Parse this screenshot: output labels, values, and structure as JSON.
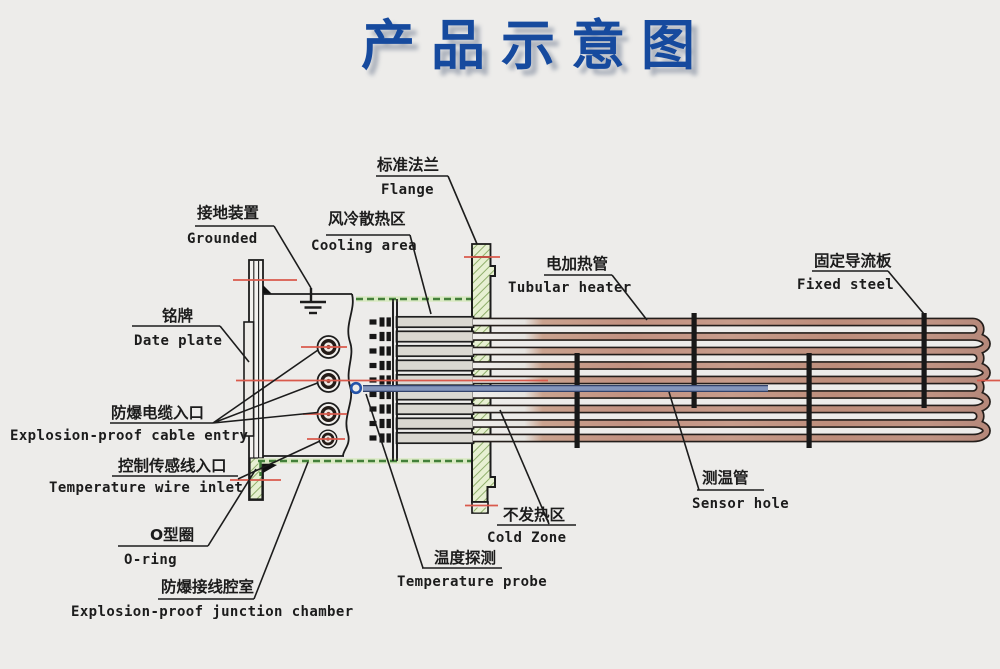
{
  "title": "产品示意图",
  "labels": {
    "grounded": {
      "cn": "接地装置",
      "en": "Grounded"
    },
    "cooling_area": {
      "cn": "风冷散热区",
      "en": "Cooling area"
    },
    "flange": {
      "cn": "标准法兰",
      "en": "Flange"
    },
    "tubular_heater": {
      "cn": "电加热管",
      "en": "Tubular heater"
    },
    "fixed_steel": {
      "cn": "固定导流板",
      "en": "Fixed steel"
    },
    "date_plate": {
      "cn": "铭牌",
      "en": "Date plate"
    },
    "cable_entry": {
      "cn": "防爆电缆入口",
      "en": "Explosion-proof cable entry"
    },
    "wire_inlet": {
      "cn": "控制传感线入口",
      "en": "Temperature wire inlet"
    },
    "o_ring": {
      "cn": "O型圈",
      "en": "O-ring"
    },
    "junction_chamber": {
      "cn": "防爆接线腔室",
      "en": "Explosion-proof junction chamber"
    },
    "temperature_probe": {
      "cn": "温度探测",
      "en": "Temperature probe"
    },
    "cold_zone": {
      "cn": "不发热区",
      "en": "Cold Zone"
    },
    "sensor_hole": {
      "cn": "测温管",
      "en": "Sensor hole"
    }
  },
  "colors": {
    "title_blue": "#164a9e",
    "line_black": "#1c1c1c",
    "centerline_red": "#d95a4c",
    "tube_silver": "#eceae7",
    "tube_copper": "#bf8f7e",
    "flange_green": "#e7f0d2",
    "hatch_green": "#8fae6b",
    "cooling_zone_dash_green": "#43803a",
    "probe_blue": "#8496bc",
    "background": "#edecea"
  }
}
